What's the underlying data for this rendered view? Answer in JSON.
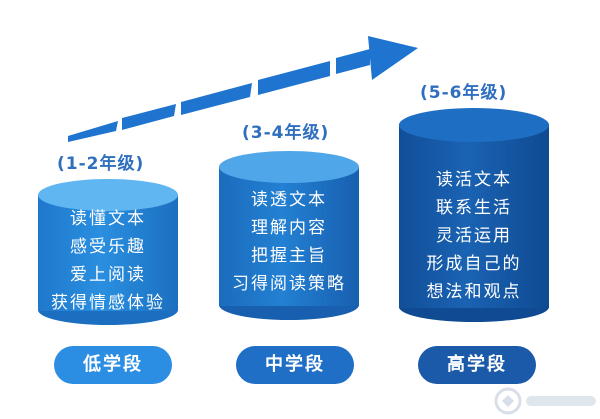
{
  "diagram": {
    "grades": [
      "(1-2年级)",
      "(3-4年级)",
      "(5-6年级)"
    ],
    "stages": [
      {
        "label": "低学段",
        "lines": [
          "读懂文本",
          "感受乐趣",
          "爱上阅读",
          "获得情感体验"
        ]
      },
      {
        "label": "中学段",
        "lines": [
          "读透文本",
          "理解内容",
          "把握主旨",
          "习得阅读策略"
        ]
      },
      {
        "label": "高学段",
        "lines": [
          "读活文本",
          "联系生活",
          "灵活运用",
          "形成自己的",
          "想法和观点"
        ]
      }
    ]
  },
  "colors": {
    "accent": "#2f6fbf",
    "arrow": "#1e74cf",
    "low": "#2c8ee2",
    "mid": "#1f6fc6",
    "high": "#1a5aa8"
  }
}
